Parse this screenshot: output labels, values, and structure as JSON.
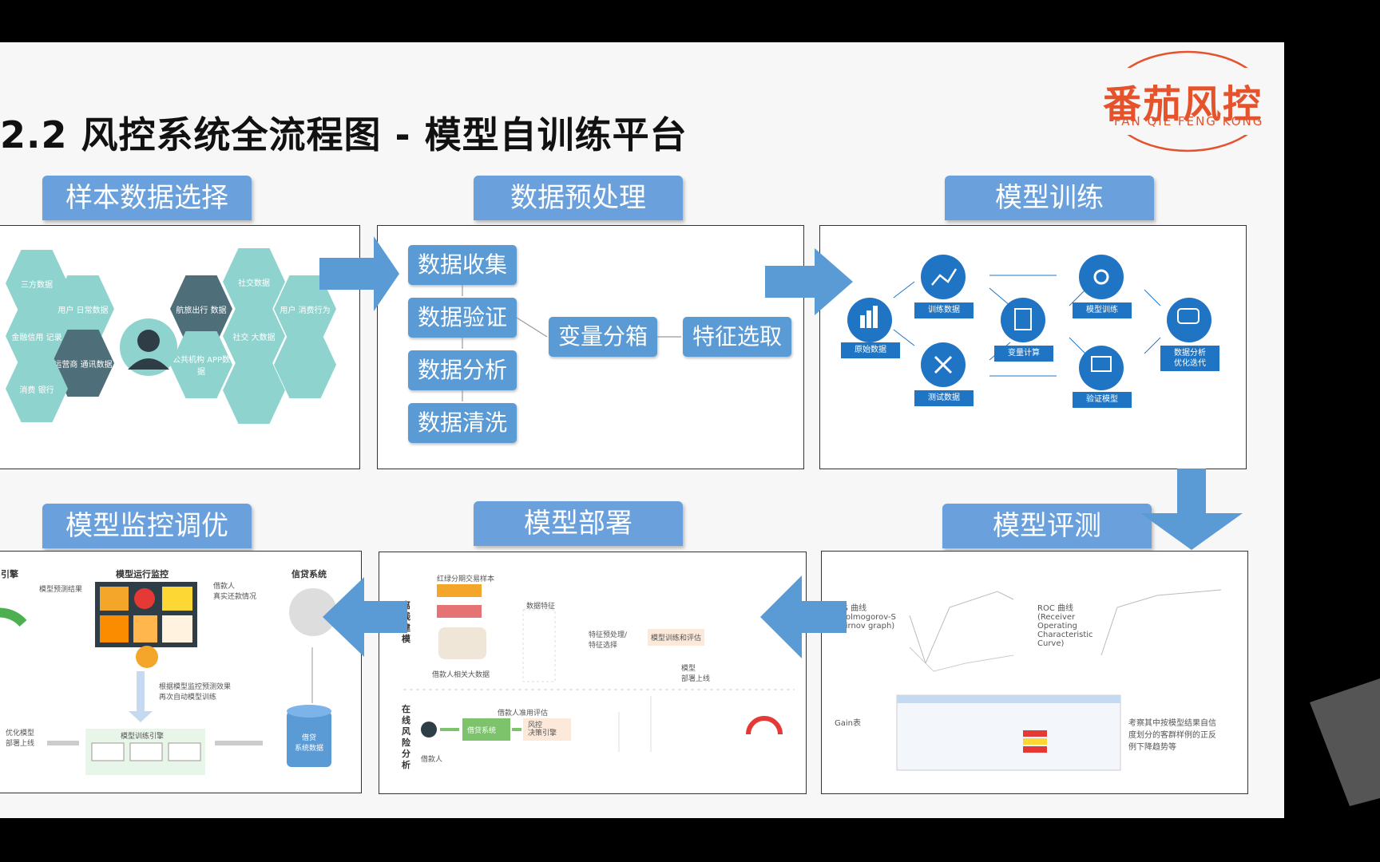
{
  "title": "2.2 风控系统全流程图 - 模型自训练平台",
  "logo": {
    "main": "番茄风控",
    "sub": "FAN QIE FENG KONG"
  },
  "colors": {
    "header": "#6aa1dc",
    "arrow": "#5b9bd5",
    "node": "#1f75c4",
    "logo": "#e5532d",
    "hex": "#8fd3cf"
  },
  "sections": {
    "sample": {
      "header": "样本数据选择",
      "hex_labels": [
        "运营商\n通讯数据",
        "航旅出行\n数据",
        "社交\n大数据",
        "社交数据",
        "消费\n银行",
        "用户\n消费行为",
        "三方数据",
        "金融信用\n记录",
        "用户\n日常数据",
        "公共机构\nAPP数据"
      ]
    },
    "preprocess": {
      "header": "数据预处理",
      "steps": [
        "数据收集",
        "数据验证",
        "数据分析",
        "数据清洗"
      ],
      "binning": "变量分箱",
      "feature": "特征选取"
    },
    "training": {
      "header": "模型训练",
      "nodes": [
        "原始数据",
        "训练数据",
        "测试数据",
        "变量计算",
        "模型训练",
        "验证模型",
        "数据分析\n优化迭代"
      ]
    },
    "evaluation": {
      "header": "模型评测",
      "ks_label": "KS 曲线\n(Kolmogorov-S\nmirnov graph)",
      "roc_label": "ROC 曲线\n(Receiver\nOperating\nCharacteristic\nCurve)",
      "gain_label": "Gain表",
      "gain_note": "考察其中按模型结果自信\n度划分的客群样例的正反\n例下降趋势等"
    },
    "deployment": {
      "header": "模型部署",
      "offline": "离线建模",
      "online": "在线风险分析",
      "samples": "红绿分期交易样本",
      "bigdata": "借款人相关大数据",
      "feature_data": "数据特征",
      "fe": "特征预处理/\n特征选择",
      "train_eval": "模型训练和评估",
      "deploy": "模型\n部署上线",
      "borrower": "借款人",
      "loan_sys": "借贷系统",
      "engine": "风控\n决策引擎",
      "app_eval": "借款人准用评估"
    },
    "monitoring": {
      "header": "模型监控调优",
      "engine": "引擎",
      "monitor": "模型运行监控",
      "loan_system": "信贷系统",
      "predict": "模型预测结果",
      "repay": "借款人\n真实还款情况",
      "retrain": "根据模型监控预测效果\n再次自动模型训练",
      "optimize": "优化模型\n部署上线",
      "platform": "模型训练引擎",
      "db": "借贷\n系统数据"
    }
  }
}
